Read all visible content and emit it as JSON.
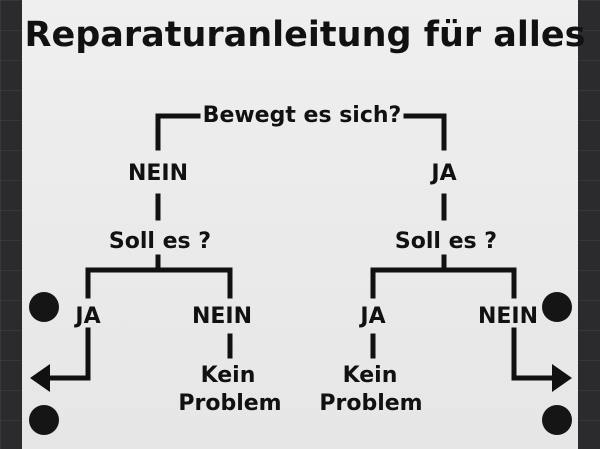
{
  "title": "Reparaturanleitung für alles",
  "nodes": {
    "question_root": "Bewegt es sich?",
    "nein_left": "NEIN",
    "ja_right": "JA",
    "soll_left": "Soll es ?",
    "soll_right": "Soll es ?",
    "ll_ja": "JA",
    "lr_nein": "NEIN",
    "rl_ja": "JA",
    "rr_nein": "NEIN",
    "kein_left_1": "Kein",
    "kein_left_2": "Problem",
    "kein_right_1": "Kein",
    "kein_right_2": "Problem"
  },
  "colors": {
    "card": "#efefef",
    "background": "#2b2b2d",
    "ink": "#111111"
  },
  "icons": [
    "arrow-left-icon",
    "arrow-right-icon",
    "dot-icon"
  ]
}
